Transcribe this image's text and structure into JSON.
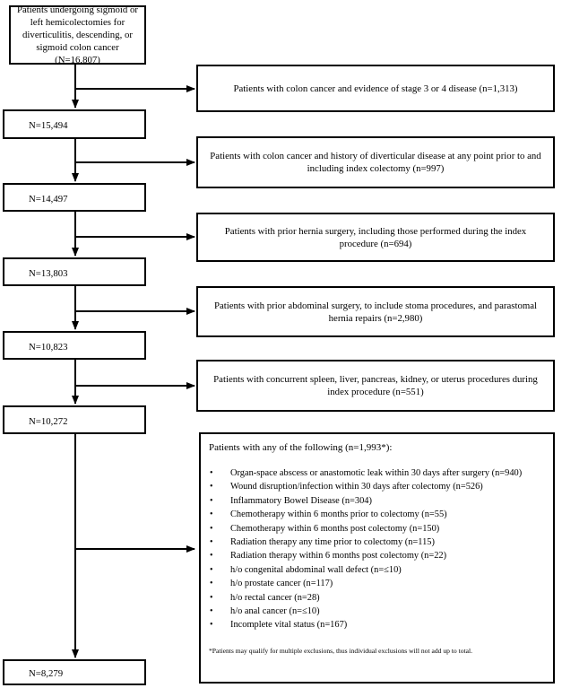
{
  "flow": {
    "start": "Patients undergoing sigmoid or left hemicolectomies for diverticulitis, descending, or sigmoid colon cancer (N=16,807)",
    "counts": [
      "N=15,494",
      "N=14,497",
      "N=13,803",
      "N=10,823",
      "N=10,272",
      "N=8,279"
    ],
    "exclusions": [
      "Patients with colon cancer and evidence of stage 3 or 4 disease (n=1,313)",
      "Patients with colon cancer and history of diverticular disease at any point prior to and including index colectomy (n=997)",
      "Patients with prior hernia surgery, including those performed during the index procedure (n=694)",
      "Patients with prior abdominal surgery, to include stoma procedures, and parastomal hernia repairs (n=2,980)",
      "Patients with concurrent spleen, liver, pancreas, kidney, or uterus procedures during index procedure (n=551)"
    ],
    "final_exclusion": {
      "heading": "Patients with any of the following (n=1,993*):",
      "items": [
        "Organ-space abscess or anastomotic leak within 30 days after surgery (n=940)",
        "Wound disruption/infection within 30 days after colectomy (n=526)",
        "Inflammatory Bowel Disease (n=304)",
        "Chemotherapy within 6 months prior to colectomy (n=55)",
        "Chemotherapy within 6 months post colectomy (n=150)",
        "Radiation therapy any time prior to colectomy (n=115)",
        "Radiation therapy within 6 months post colectomy (n=22)",
        "h/o congenital abdominal wall defect (n=≤10)",
        "h/o prostate cancer (n=117)",
        "h/o rectal cancer (n=28)",
        "h/o anal cancer (n=≤10)",
        "Incomplete vital status (n=167)"
      ],
      "footnote": "*Patients may qualify for multiple exclusions, thus individual exclusions will not add up to total."
    }
  }
}
